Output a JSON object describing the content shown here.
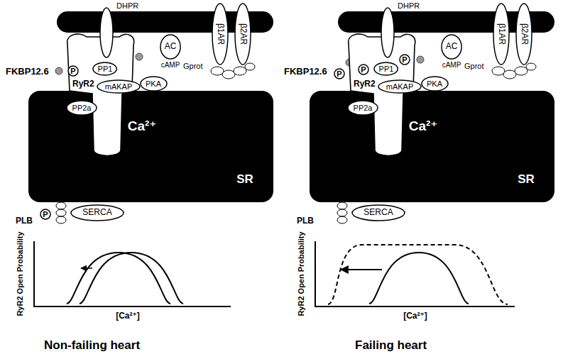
{
  "diagram": {
    "nodes": [
      {
        "text": [
          "Ca²⁺",
          "SR"
        ]
      },
      {
        "text": [
          "DHPR"
        ]
      },
      {
        "text": [
          "RyR2"
        ]
      },
      {
        "text": [
          "P"
        ]
      },
      {
        "text": [
          "PP1"
        ]
      },
      {
        "text": [
          "mAKAP"
        ]
      },
      {
        "text": [
          "PKA"
        ]
      },
      {
        "text": [
          "PP2a"
        ]
      },
      {
        "text": [
          "AC"
        ]
      },
      {
        "text": [
          "β1AR"
        ]
      },
      {
        "text": [
          "β2AR"
        ]
      },
      {
        "text": [
          "SERCA"
        ]
      },
      {
        "text": [
          "P"
        ]
      },
      {
        "text": [
          "Ca²⁺",
          "SR"
        ]
      },
      {
        "text": [
          "DHPR"
        ]
      },
      {
        "text": [
          "RyR2"
        ]
      },
      {
        "text": [
          "P"
        ]
      },
      {
        "text": [
          "P"
        ]
      },
      {
        "text": [
          "P"
        ]
      },
      {
        "text": [
          "PP1"
        ]
      },
      {
        "text": [
          "mAKAP"
        ]
      },
      {
        "text": [
          "PKA"
        ]
      },
      {
        "text": [
          "PP2a"
        ]
      },
      {
        "text": [
          "AC"
        ]
      },
      {
        "text": [
          "β1AR"
        ]
      },
      {
        "text": [
          "β2AR"
        ]
      },
      {
        "text": [
          "SERCA"
        ]
      }
    ],
    "labels": [
      "FKBP12.6",
      "cAMP",
      "Gprot",
      "PLB",
      "RyR2 Open Probability",
      "[Ca²⁺]",
      "Non-failing heart",
      "FKBP12.6",
      "cAMP",
      "Gprot",
      "PLB",
      "RyR2 Open Probability",
      "[Ca²⁺]",
      "Failing heart"
    ]
  }
}
